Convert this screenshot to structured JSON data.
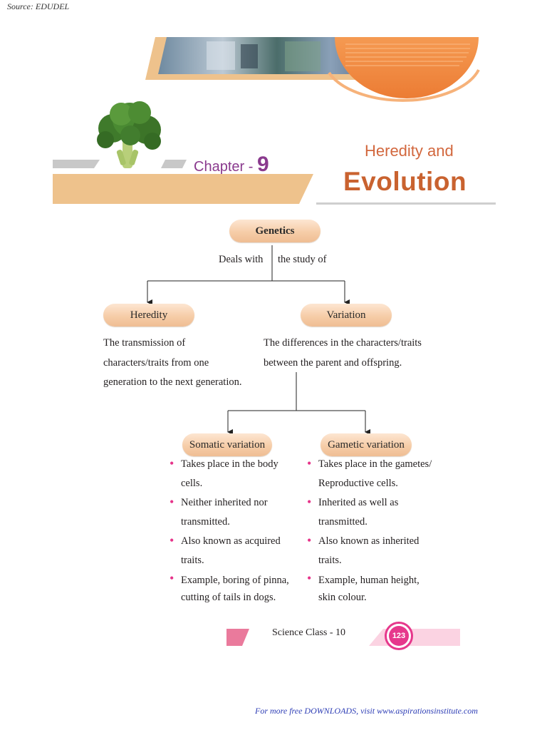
{
  "source": "Source: EDUDEL",
  "header": {
    "chapter_word": "Chapter -",
    "chapter_number": "9",
    "title_line1": "Heredity and",
    "title_line2": "Evolution"
  },
  "concept_map": {
    "root": "Genetics",
    "link_left": "Deals with",
    "link_right": "the study of",
    "heredity": {
      "label": "Heredity",
      "lines": [
        "The transmission of",
        "characters/traits from one",
        "generation to the next generation."
      ]
    },
    "variation": {
      "label": "Variation",
      "lines": [
        "The differences in the characters/traits",
        "between the parent and offspring."
      ]
    },
    "somatic": {
      "label": "Somatic variation",
      "bullets": [
        [
          "Takes place in the body",
          "cells."
        ],
        [
          "Neither inherited nor",
          "transmitted."
        ],
        [
          "Also known as acquired",
          "traits."
        ],
        [
          "Example, boring of pinna,",
          "cutting of tails in dogs."
        ]
      ]
    },
    "gametic": {
      "label": "Gametic variation",
      "bullets": [
        [
          "Takes place in the gametes/",
          "Reproductive cells."
        ],
        [
          "Inherited as well as",
          "transmitted."
        ],
        [
          "Also known as inherited",
          "traits."
        ],
        [
          "Example, human height,",
          "skin colour."
        ]
      ]
    }
  },
  "footer": {
    "text": "Science Class - 10",
    "page_number": "123",
    "download_note": "For more free DOWNLOADS, visit www.aspirationsinstitute.com"
  },
  "colors": {
    "accent_orange": "#c9622f",
    "chapter_purple": "#8a3a8e",
    "bullet_pink": "#e6348a",
    "band_tan": "#eec28c",
    "link_blue": "#2d3db5"
  },
  "icons": {
    "broccoli": "broccoli-icon",
    "header_banner": "science-collage-banner"
  }
}
